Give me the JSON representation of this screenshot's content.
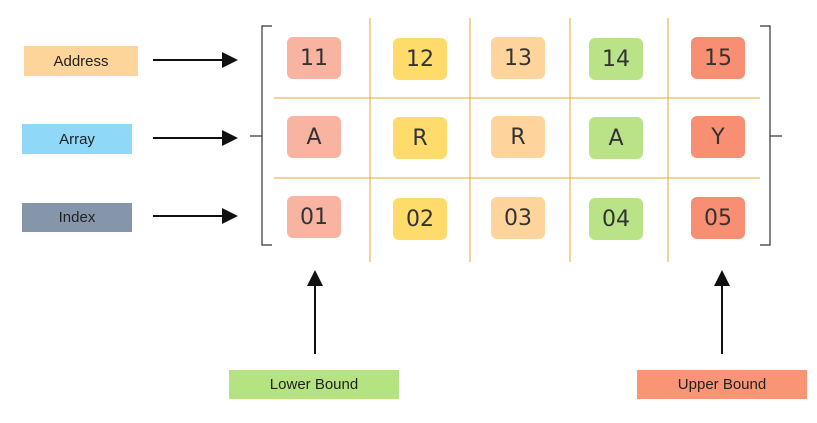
{
  "row_labels": [
    {
      "text": "Address",
      "color": "#fdd59b"
    },
    {
      "text": "Array",
      "color": "#8fd8f7"
    },
    {
      "text": "Index",
      "color": "#8596aa"
    }
  ],
  "rows": [
    [
      "11",
      "12",
      "13",
      "14",
      "15"
    ],
    [
      "A",
      "R",
      "R",
      "A",
      "Y"
    ],
    [
      "01",
      "02",
      "03",
      "04",
      "05"
    ]
  ],
  "column_colors": [
    "#f9b3a1",
    "#fedb6a",
    "#fed49c",
    "#b9e386",
    "#f98f72"
  ],
  "bounds": {
    "lower": {
      "text": "Lower Bound",
      "color": "#b5e381"
    },
    "upper": {
      "text": "Upper Bound",
      "color": "#f99475"
    }
  },
  "colors": {
    "grid_line": "#e0a83a",
    "arrow": "#111111",
    "bracket": "#333333"
  }
}
